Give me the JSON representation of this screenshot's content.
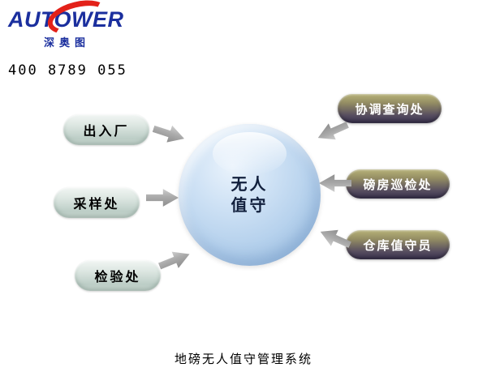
{
  "header": {
    "logo_text": "AUTOWER",
    "logo_sub": "深奥图",
    "phone": "400 8789 055"
  },
  "center": {
    "line1": "无人",
    "line2": "值守"
  },
  "left_nodes": [
    {
      "label": "出入厂"
    },
    {
      "label": "采样处"
    },
    {
      "label": "检验处"
    }
  ],
  "right_nodes": [
    {
      "label": "协调查询处"
    },
    {
      "label": "磅房巡检处"
    },
    {
      "label": "仓库值守员"
    }
  ],
  "footer": {
    "title": "地磅无人值守管理系统"
  },
  "colors": {
    "logo_blue": "#1b2f9e",
    "logo_red": "#e32119",
    "sphere_blue": "#b4d0ec",
    "left_pill": "#ccd9d3",
    "right_pill_top": "#b7b277",
    "right_pill_bottom": "#39314f",
    "arrow_gray": "#ababab"
  }
}
